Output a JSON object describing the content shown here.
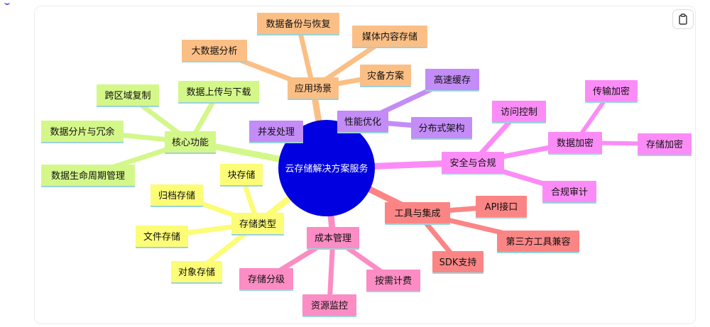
{
  "center": {
    "label": "云存储解决方案服务",
    "color": "#0000e0"
  },
  "branches": [
    {
      "key": "apps",
      "label": "应用场景",
      "color": "#fbbf85",
      "children": [
        "数据备份与恢复",
        "大数据分析",
        "媒体内容存储",
        "灾备方案"
      ]
    },
    {
      "key": "perf",
      "label": "性能优化",
      "color": "#c38cf7",
      "children": [
        "高速缓存",
        "分布式架构",
        "并发处理"
      ]
    },
    {
      "key": "security",
      "label": "安全与合规",
      "color": "#fb8cf7",
      "children": [
        "访问控制",
        "数据加密",
        "合规审计"
      ],
      "grandchildren": [
        "传输加密",
        "存储加密"
      ]
    },
    {
      "key": "tools",
      "label": "工具与集成",
      "color": "#fb8585",
      "children": [
        "API接口",
        "第三方工具兼容",
        "SDK支持"
      ]
    },
    {
      "key": "cost",
      "label": "成本管理",
      "color": "#fb8cc4",
      "children": [
        "存储分级",
        "资源监控",
        "按需计费"
      ]
    },
    {
      "key": "types",
      "label": "存储类型",
      "color": "#fcfc77",
      "children": [
        "块存储",
        "归档存储",
        "文件存储",
        "对象存储"
      ]
    },
    {
      "key": "core",
      "label": "核心功能",
      "color": "#d4f78a",
      "children": [
        "数据上传与下载",
        "跨区域复制",
        "数据分片与冗余",
        "数据生命周期管理"
      ]
    }
  ],
  "toolbar": {
    "copy_icon": "clipboard-icon"
  }
}
